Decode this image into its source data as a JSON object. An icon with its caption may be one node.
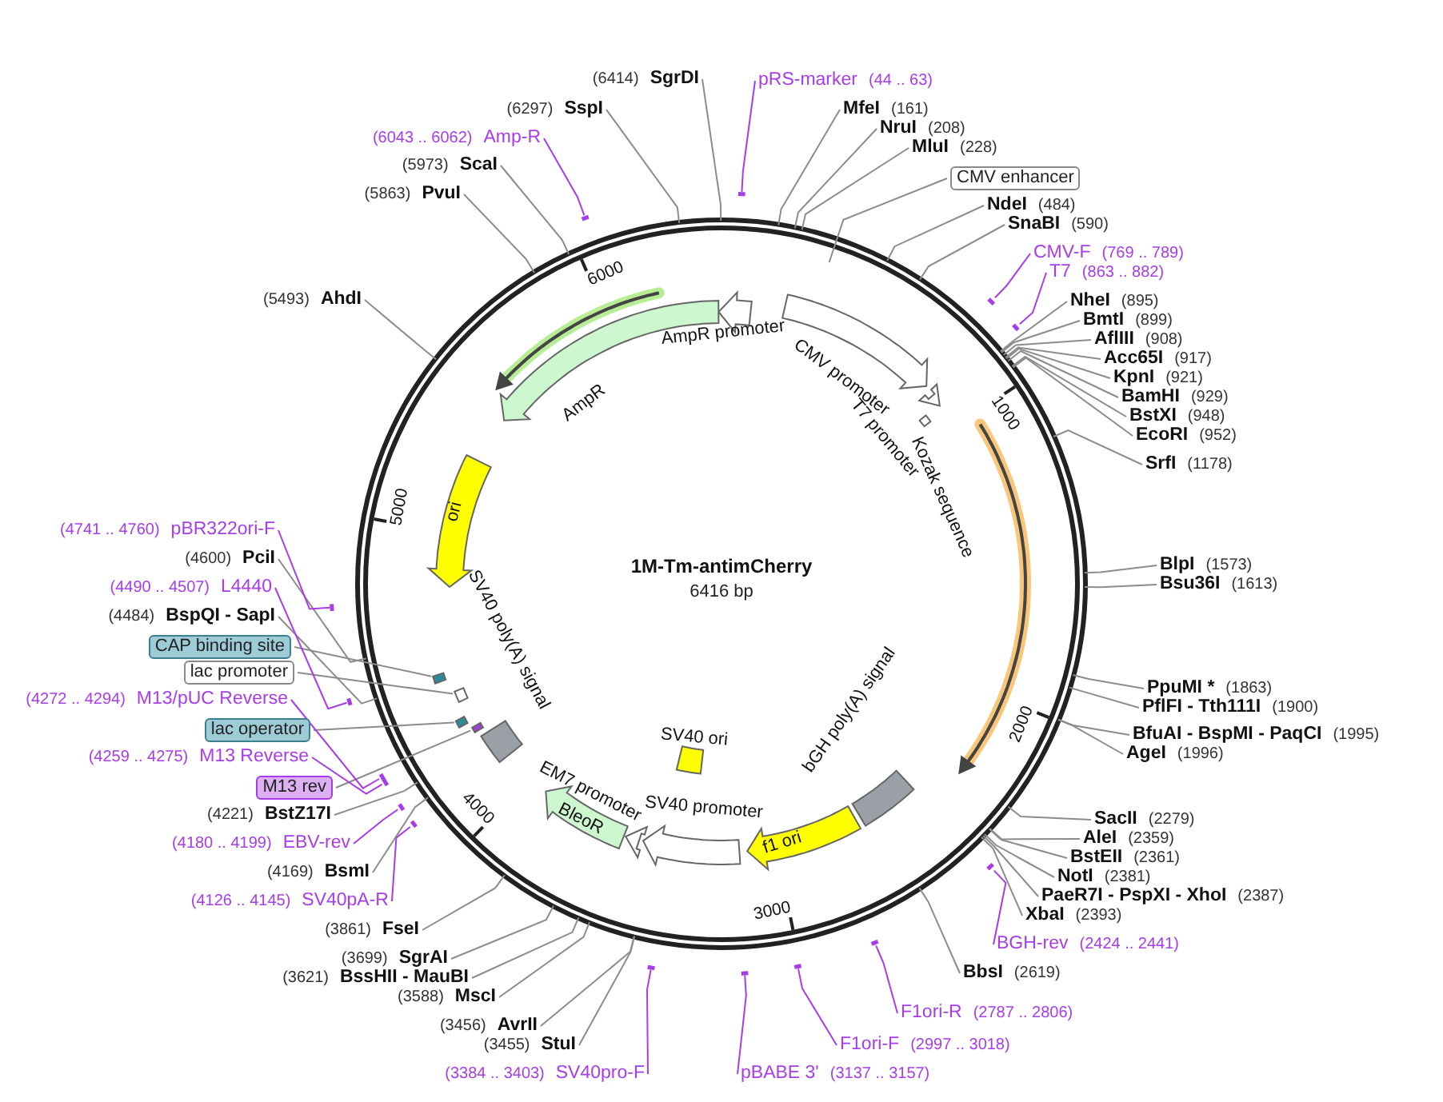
{
  "diagram": {
    "title": "1M-Tm-antimCherry",
    "nodes": [
      {
        "text": [
          "pRS-marker"
        ],
        "beside": [
          "(44 .. 63)"
        ]
      },
      {
        "text": [
          "MfeI"
        ],
        "beside": [
          "(161)"
        ]
      },
      {
        "text": [
          "NruI"
        ],
        "beside": [
          "(208)"
        ]
      },
      {
        "text": [
          "MluI"
        ],
        "beside": [
          "(228)"
        ]
      },
      {
        "text": [
          "CMV enhancer"
        ]
      },
      {
        "text": [
          "NdeI"
        ],
        "beside": [
          "(484)"
        ]
      },
      {
        "text": [
          "SnaBI"
        ],
        "beside": [
          "(590)"
        ]
      },
      {
        "text": [
          "CMV-F"
        ],
        "beside": [
          "(769 .. 789)"
        ]
      },
      {
        "text": [
          "T7"
        ],
        "beside": [
          "(863 .. 882)"
        ]
      },
      {
        "text": [
          "NheI"
        ],
        "beside": [
          "(895)"
        ]
      },
      {
        "text": [
          "BmtI"
        ],
        "beside": [
          "(899)"
        ]
      },
      {
        "text": [
          "AflIII"
        ],
        "beside": [
          "(908)"
        ]
      },
      {
        "text": [
          "Acc65I"
        ],
        "beside": [
          "(917)"
        ]
      },
      {
        "text": [
          "KpnI"
        ],
        "beside": [
          "(921)"
        ]
      },
      {
        "text": [
          "BamHI"
        ],
        "beside": [
          "(929)"
        ]
      },
      {
        "text": [
          "BstXI"
        ],
        "beside": [
          "(948)"
        ]
      },
      {
        "text": [
          "EcoRI"
        ],
        "beside": [
          "(952)"
        ]
      },
      {
        "text": [
          "SrfI"
        ],
        "beside": [
          "(1178)"
        ]
      },
      {
        "text": [
          "BlpI"
        ],
        "beside": [
          "(1573)"
        ]
      },
      {
        "text": [
          "Bsu36I"
        ],
        "beside": [
          "(1613)"
        ]
      },
      {
        "text": [
          "PpuMI *"
        ],
        "beside": [
          "(1863)"
        ]
      },
      {
        "text": [
          "PflFI - Tth111I"
        ],
        "beside": [
          "(1900)"
        ]
      },
      {
        "text": [
          "BfuAI - BspMI - PaqCI"
        ],
        "beside": [
          "(1995)"
        ]
      },
      {
        "text": [
          "AgeI"
        ],
        "beside": [
          "(1996)"
        ]
      },
      {
        "text": [
          "SacII"
        ],
        "beside": [
          "(2279)"
        ]
      },
      {
        "text": [
          "AleI"
        ],
        "beside": [
          "(2359)"
        ]
      },
      {
        "text": [
          "BstEII"
        ],
        "beside": [
          "(2361)"
        ]
      },
      {
        "text": [
          "NotI"
        ],
        "beside": [
          "(2381)"
        ]
      },
      {
        "text": [
          "PaeR7I - PspXI - XhoI"
        ],
        "beside": [
          "(2387)"
        ]
      },
      {
        "text": [
          "XbaI"
        ],
        "beside": [
          "(2393)"
        ]
      },
      {
        "text": [
          "BGH-rev"
        ],
        "beside": [
          "(2424 .. 2441)"
        ]
      },
      {
        "text": [
          "BbsI"
        ],
        "beside": [
          "(2619)"
        ]
      },
      {
        "text": [
          "F1ori-R"
        ],
        "beside": [
          "(2787 .. 2806)"
        ]
      },
      {
        "text": [
          "F1ori-F"
        ],
        "beside": [
          "(2997 .. 3018)"
        ]
      },
      {
        "text": [
          "pBABE 3'"
        ],
        "beside": [
          "(3137 .. 3157)"
        ]
      },
      {
        "text": [
          "SV40pro-F"
        ],
        "beside": [
          "(3384 .. 3403)"
        ]
      },
      {
        "text": [
          "StuI"
        ],
        "beside": [
          "(3455)"
        ]
      },
      {
        "text": [
          "AvrII"
        ],
        "beside": [
          "(3456)"
        ]
      },
      {
        "text": [
          "MscI"
        ],
        "beside": [
          "(3588)"
        ]
      },
      {
        "text": [
          "BssHII - MauBI"
        ],
        "beside": [
          "(3621)"
        ]
      },
      {
        "text": [
          "SgrAI"
        ],
        "beside": [
          "(3699)"
        ]
      },
      {
        "text": [
          "FseI"
        ],
        "beside": [
          "(3861)"
        ]
      },
      {
        "text": [
          "SV40pA-R"
        ],
        "beside": [
          "(4126 .. 4145)"
        ]
      },
      {
        "text": [
          "BsmI"
        ],
        "beside": [
          "(4169)"
        ]
      },
      {
        "text": [
          "EBV-rev"
        ],
        "beside": [
          "(4180 .. 4199)"
        ]
      },
      {
        "text": [
          "BstZ17I"
        ],
        "beside": [
          "(4221)"
        ]
      },
      {
        "text": [
          "M13 rev"
        ]
      },
      {
        "text": [
          "M13 Reverse"
        ],
        "beside": [
          "(4259 .. 4275)"
        ]
      },
      {
        "text": [
          "lac operator"
        ]
      },
      {
        "text": [
          "M13/pUC Reverse"
        ],
        "beside": [
          "(4272 .. 4294)"
        ]
      },
      {
        "text": [
          "lac promoter"
        ]
      },
      {
        "text": [
          "CAP binding site"
        ]
      },
      {
        "text": [
          "BspQI - SapI"
        ],
        "beside": [
          "(4484)"
        ]
      },
      {
        "text": [
          "L4440"
        ],
        "beside": [
          "(4490 .. 4507)"
        ]
      },
      {
        "text": [
          "PciI"
        ],
        "beside": [
          "(4600)"
        ]
      },
      {
        "text": [
          "pBR322ori-F"
        ],
        "beside": [
          "(4741 .. 4760)"
        ]
      },
      {
        "text": [
          "AhdI"
        ],
        "beside": [
          "(5493)"
        ]
      },
      {
        "text": [
          "PvuI"
        ],
        "beside": [
          "(5863)"
        ]
      },
      {
        "text": [
          "ScaI"
        ],
        "beside": [
          "(5973)"
        ]
      },
      {
        "text": [
          "Amp-R"
        ],
        "beside": [
          "(6043 .. 6062)"
        ]
      },
      {
        "text": [
          "SspI"
        ],
        "beside": [
          "(6297)"
        ]
      },
      {
        "text": [
          "SgrDI"
        ],
        "beside": [
          "(6414)"
        ]
      },
      {
        "text": [
          "AmpR promoter"
        ]
      },
      {
        "text": [
          "AmpR"
        ]
      },
      {
        "text": [],
        "shape": "arrow"
      },
      {
        "text": [
          "CMV promoter"
        ]
      },
      {
        "text": [
          "T7 promoter"
        ]
      },
      {
        "text": [
          "Kozak sequence"
        ]
      },
      {
        "text": [],
        "shape": "arrow"
      },
      {
        "text": [
          "bGH poly(A) signal"
        ]
      },
      {
        "text": [
          "f1 ori"
        ]
      },
      {
        "text": [
          "SV40 promoter"
        ]
      },
      {
        "text": [
          "SV40 ori"
        ]
      },
      {
        "text": [
          "EM7 promoter"
        ]
      },
      {
        "text": [
          "BleoR"
        ]
      },
      {
        "text": [
          "SV40 poly(A) signal"
        ]
      },
      {
        "text": [],
        "shape": "box"
      },
      {
        "text": [],
        "shape": "box"
      },
      {
        "text": [],
        "shape": "box"
      },
      {
        "text": [],
        "shape": "box"
      },
      {
        "text": [
          "ori"
        ]
      },
      {
        "text": [],
        "shape": "bar"
      },
      {
        "text": [],
        "shape": "bar"
      },
      {
        "text": [],
        "shape": "bar"
      },
      {
        "text": [],
        "shape": "bar"
      },
      {
        "text": [],
        "shape": "bar"
      },
      {
        "text": [],
        "shape": "bar"
      },
      {
        "text": [],
        "shape": "bar"
      },
      {
        "text": [],
        "shape": "bar"
      },
      {
        "text": [],
        "shape": "bar"
      },
      {
        "text": [],
        "shape": "bar"
      },
      {
        "text": [],
        "shape": "bar"
      },
      {
        "text": [],
        "shape": "bar"
      },
      {
        "text": [],
        "shape": "bar"
      },
      {
        "text": [],
        "shape": "bar"
      },
      {
        "text": [],
        "shape": "bar"
      }
    ],
    "edges": [
      {
        "from": 0,
        "to": 81,
        "arrow": "none",
        "color": "#a63de8"
      },
      {
        "from": 1,
        "to": null,
        "arrow": "none"
      },
      {
        "from": 2,
        "to": null,
        "arrow": "none"
      },
      {
        "from": 3,
        "to": null,
        "arrow": "none"
      },
      {
        "from": 4,
        "to": null,
        "arrow": "none"
      },
      {
        "from": 5,
        "to": null,
        "arrow": "none"
      },
      {
        "from": 6,
        "to": null,
        "arrow": "none"
      },
      {
        "from": 7,
        "to": 82,
        "arrow": "none",
        "color": "#a63de8"
      },
      {
        "from": 8,
        "to": 83,
        "arrow": "none",
        "color": "#a63de8"
      },
      {
        "from": 9,
        "to": null,
        "arrow": "none"
      },
      {
        "from": 10,
        "to": null,
        "arrow": "none"
      },
      {
        "from": 11,
        "to": null,
        "arrow": "none"
      },
      {
        "from": 12,
        "to": null,
        "arrow": "none"
      },
      {
        "from": 13,
        "to": null,
        "arrow": "none"
      },
      {
        "from": 14,
        "to": null,
        "arrow": "none"
      },
      {
        "from": 15,
        "to": null,
        "arrow": "none"
      },
      {
        "from": 16,
        "to": null,
        "arrow": "none"
      },
      {
        "from": 17,
        "to": null,
        "arrow": "none"
      },
      {
        "from": 18,
        "to": null,
        "arrow": "none"
      },
      {
        "from": 19,
        "to": null,
        "arrow": "none"
      },
      {
        "from": 20,
        "to": null,
        "arrow": "none"
      },
      {
        "from": 21,
        "to": null,
        "arrow": "none"
      },
      {
        "from": 22,
        "to": null,
        "arrow": "none"
      },
      {
        "from": 23,
        "to": null,
        "arrow": "none"
      },
      {
        "from": 24,
        "to": null,
        "arrow": "none"
      },
      {
        "from": 25,
        "to": null,
        "arrow": "none"
      },
      {
        "from": 26,
        "to": null,
        "arrow": "none"
      },
      {
        "from": 27,
        "to": null,
        "arrow": "none"
      },
      {
        "from": 28,
        "to": null,
        "arrow": "none"
      },
      {
        "from": 29,
        "to": null,
        "arrow": "none"
      },
      {
        "from": 30,
        "to": 84,
        "arrow": "none",
        "color": "#a63de8"
      },
      {
        "from": 31,
        "to": null,
        "arrow": "none"
      },
      {
        "from": 32,
        "to": 85,
        "arrow": "none",
        "color": "#a63de8"
      },
      {
        "from": 33,
        "to": 86,
        "arrow": "none",
        "color": "#a63de8"
      },
      {
        "from": 34,
        "to": 87,
        "arrow": "none",
        "color": "#a63de8"
      },
      {
        "from": 35,
        "to": 88,
        "arrow": "none",
        "color": "#a63de8"
      },
      {
        "from": 36,
        "to": null,
        "arrow": "none"
      },
      {
        "from": 37,
        "to": null,
        "arrow": "none"
      },
      {
        "from": 38,
        "to": null,
        "arrow": "none"
      },
      {
        "from": 39,
        "to": null,
        "arrow": "none"
      },
      {
        "from": 40,
        "to": null,
        "arrow": "none"
      },
      {
        "from": 41,
        "to": null,
        "arrow": "none"
      },
      {
        "from": 42,
        "to": 89,
        "arrow": "none",
        "color": "#a63de8"
      },
      {
        "from": 43,
        "to": null,
        "arrow": "none"
      },
      {
        "from": 44,
        "to": 90,
        "arrow": "none",
        "color": "#a63de8"
      },
      {
        "from": 45,
        "to": null,
        "arrow": "none"
      },
      {
        "from": 46,
        "to": 76,
        "arrow": "none"
      },
      {
        "from": 47,
        "to": 91,
        "arrow": "none",
        "color": "#a63de8"
      },
      {
        "from": 48,
        "to": 77,
        "arrow": "none"
      },
      {
        "from": 49,
        "to": 92,
        "arrow": "none",
        "color": "#a63de8"
      },
      {
        "from": 50,
        "to": 78,
        "arrow": "none"
      },
      {
        "from": 51,
        "to": 79,
        "arrow": "none"
      },
      {
        "from": 52,
        "to": null,
        "arrow": "none"
      },
      {
        "from": 53,
        "to": 93,
        "arrow": "none",
        "color": "#a63de8"
      },
      {
        "from": 54,
        "to": null,
        "arrow": "none"
      },
      {
        "from": 55,
        "to": 94,
        "arrow": "none",
        "color": "#a63de8"
      },
      {
        "from": 56,
        "to": null,
        "arrow": "none"
      },
      {
        "from": 57,
        "to": null,
        "arrow": "none"
      },
      {
        "from": 58,
        "to": null,
        "arrow": "none"
      },
      {
        "from": 59,
        "to": 95,
        "arrow": "none",
        "color": "#a63de8"
      },
      {
        "from": 60,
        "to": null,
        "arrow": "none"
      },
      {
        "from": 61,
        "to": null,
        "arrow": "none"
      }
    ],
    "labels": [
      "6416 bp",
      "1000",
      "2000",
      "3000",
      "4000",
      "5000",
      "6000"
    ]
  }
}
